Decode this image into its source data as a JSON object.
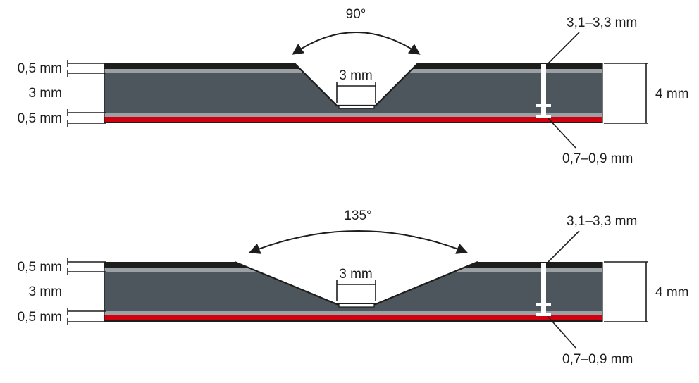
{
  "colors": {
    "layer_dark": "#1d1d1b",
    "strip": "#9aa0a4",
    "core": "#4d565c",
    "bottom_red": "#d1000e"
  },
  "diagrams": [
    {
      "angle_label": "90°",
      "groove_width_label": "3 mm",
      "layers": {
        "top": "0,5 mm",
        "core": "3 mm",
        "bottom": "0,5 mm"
      },
      "total_thickness_label": "4 mm",
      "groove_depth_label": "3,1–3,3 mm",
      "remaining_thickness_label": "0,7–0,9 mm"
    },
    {
      "angle_label": "135°",
      "groove_width_label": "3 mm",
      "layers": {
        "top": "0,5 mm",
        "core": "3 mm",
        "bottom": "0,5 mm"
      },
      "total_thickness_label": "4 mm",
      "groove_depth_label": "3,1–3,3 mm",
      "remaining_thickness_label": "0,7–0,9 mm"
    }
  ]
}
